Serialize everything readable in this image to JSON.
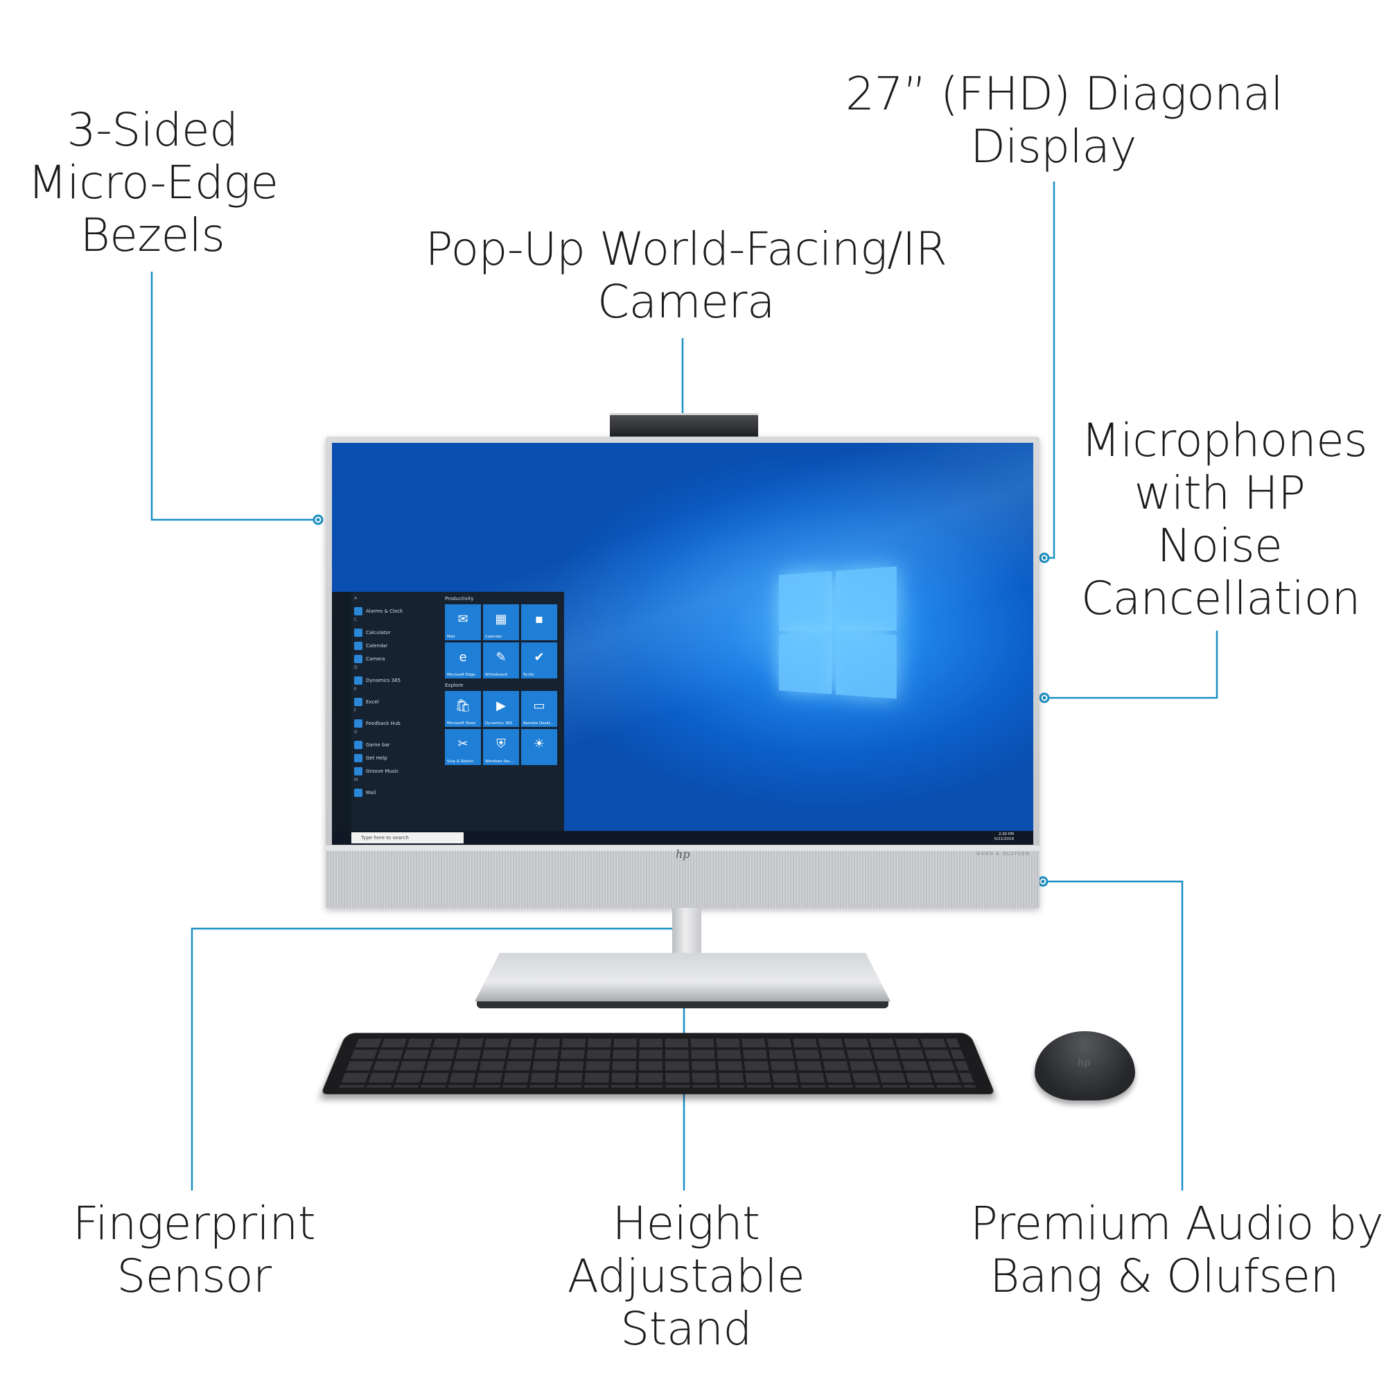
{
  "callouts": {
    "bezels": [
      "3-Sided",
      "Micro-Edge",
      "Bezels"
    ],
    "camera": [
      "Pop-Up World-Facing/IR",
      "Camera"
    ],
    "display": [
      "27” (FHD) Diagonal",
      "Display"
    ],
    "microphones": [
      "Microphones",
      "with HP",
      "Noise",
      "Cancellation"
    ],
    "fingerprint": [
      "Fingerprint",
      "Sensor"
    ],
    "stand": [
      "Height",
      "Adjustable",
      "Stand"
    ],
    "audio": [
      "Premium Audio by",
      "Bang & Olufsen"
    ]
  },
  "accent_color": "#1b8fc4",
  "screen": {
    "start_menu": {
      "apps": [
        {
          "letter": "A",
          "name": "Alarms & Clock"
        },
        {
          "letter": "C",
          "name": "Calculator"
        },
        {
          "letter": "",
          "name": "Calendar"
        },
        {
          "letter": "",
          "name": "Camera"
        },
        {
          "letter": "D",
          "name": "Dynamics 365"
        },
        {
          "letter": "E",
          "name": "Excel"
        },
        {
          "letter": "F",
          "name": "Feedback Hub"
        },
        {
          "letter": "G",
          "name": "Game bar"
        },
        {
          "letter": "",
          "name": "Get Help"
        },
        {
          "letter": "",
          "name": "Groove Music"
        },
        {
          "letter": "M",
          "name": "Mail"
        }
      ],
      "groups": [
        {
          "label": "Productivity",
          "tiles": [
            "Mail",
            "Calendar",
            "",
            "Microsoft Edge",
            "Whiteboard",
            "To-Do"
          ]
        },
        {
          "label": "Explore",
          "tiles": [
            "Microsoft Store",
            "Dynamics 365",
            "Remote Deskt...",
            "Snip & Sketch",
            "Windows Sec...",
            ""
          ]
        }
      ]
    },
    "taskbar": {
      "search_placeholder": "Type here to search",
      "time": "2:30 PM",
      "date": "5/21/2019"
    },
    "wallpaper_colors": [
      "#4fb6ff",
      "#0c5fc9"
    ]
  },
  "monitor": {
    "logo": "hp",
    "brand_text": "BANG & OLUFSEN"
  },
  "mouse_logo": "hp"
}
